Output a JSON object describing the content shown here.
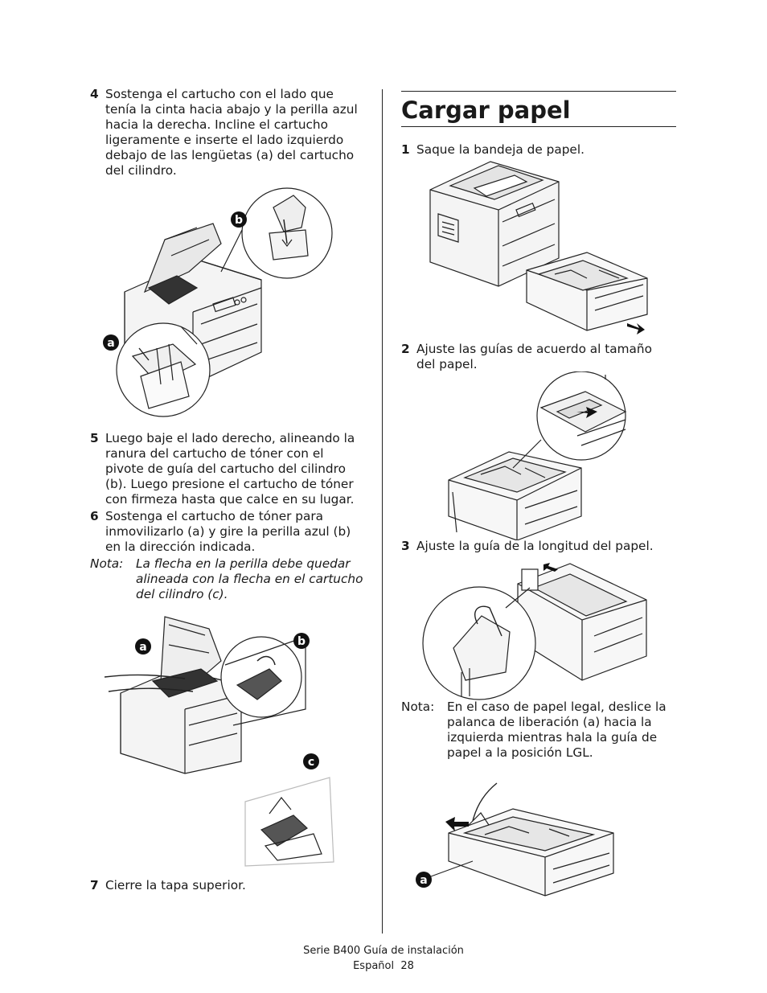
{
  "left_column": {
    "step4": {
      "number": "4",
      "lines": [
        "Sostenga el cartucho con el lado que",
        "tenía la cinta hacia abajo y la perilla azul",
        "hacia la derecha. Incline el cartucho",
        "ligeramente e inserte el lado izquierdo",
        "debajo de las lengüetas (a) del cartucho",
        "del cilindro."
      ]
    },
    "figure1_labels": [
      "b",
      "a"
    ],
    "step5": {
      "number": "5",
      "lines": [
        "Luego baje el lado derecho, alineando la",
        "ranura del cartucho de tóner con el",
        "pivote de guía del cartucho del cilindro",
        "(b). Luego presione el cartucho de tóner",
        "con firmeza hasta que calce en su lugar."
      ]
    },
    "step6": {
      "number": "6",
      "lines": [
        "Sostenga el cartucho de tóner para",
        "inmovilizarlo (a) y gire la perilla azul (b)",
        "en la dirección indicada."
      ]
    },
    "note1": {
      "label": "Nota:",
      "lines": [
        "La flecha en la perilla debe quedar",
        "alineada con la flecha en el cartucho",
        "del cilindro (c)."
      ]
    },
    "figure2_labels": [
      "a",
      "b",
      "c"
    ],
    "step7": {
      "number": "7",
      "lines": [
        "Cierre la tapa superior."
      ]
    }
  },
  "right_column": {
    "title": "Cargar papel",
    "step1": {
      "number": "1",
      "lines": [
        "Saque la bandeja de papel."
      ]
    },
    "step2": {
      "number": "2",
      "lines": [
        "Ajuste las guías de acuerdo al tamaño",
        "del papel."
      ]
    },
    "step3": {
      "number": "3",
      "lines": [
        "Ajuste la guía de la longitud del papel."
      ]
    },
    "note2": {
      "label": "Nota:",
      "lines": [
        "En el caso de papel legal, deslice la",
        "palanca de liberación (a) hacia la",
        "izquierda mientras hala la guía de",
        "papel a la posición LGL."
      ]
    },
    "figure6_labels": [
      "a"
    ]
  },
  "footer": {
    "line1": "Serie B400 Guía de instalación",
    "line2": "Español  28"
  }
}
